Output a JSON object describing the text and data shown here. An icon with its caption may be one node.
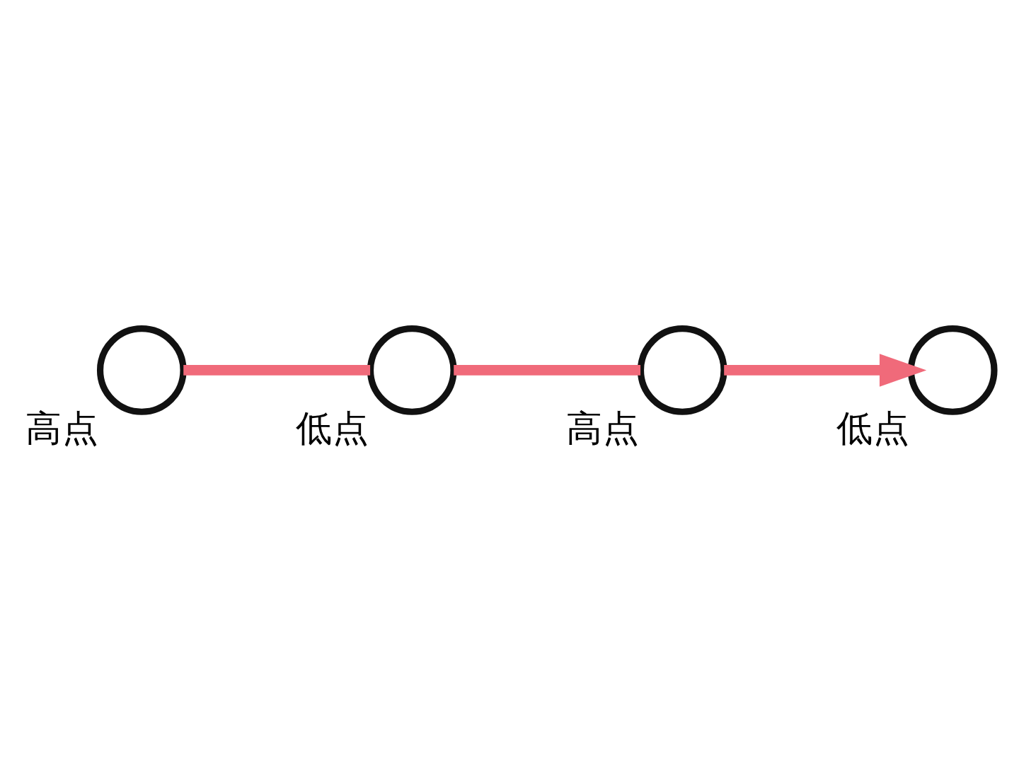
{
  "diagram": {
    "nodes": [
      {
        "text": [],
        "shape": "circle",
        "beside": [
          "高点"
        ]
      },
      {
        "text": [],
        "shape": "circle",
        "beside": [
          "低点"
        ]
      },
      {
        "text": [],
        "shape": "circle",
        "beside": [
          "高点"
        ]
      },
      {
        "text": [],
        "shape": "circle",
        "beside": [
          "低点"
        ]
      }
    ],
    "edges": [
      {
        "from": 0,
        "to": 1,
        "arrow": "none"
      },
      {
        "from": 1,
        "to": 2,
        "arrow": "none"
      },
      {
        "from": 2,
        "to": 3,
        "arrow": "to"
      }
    ]
  }
}
